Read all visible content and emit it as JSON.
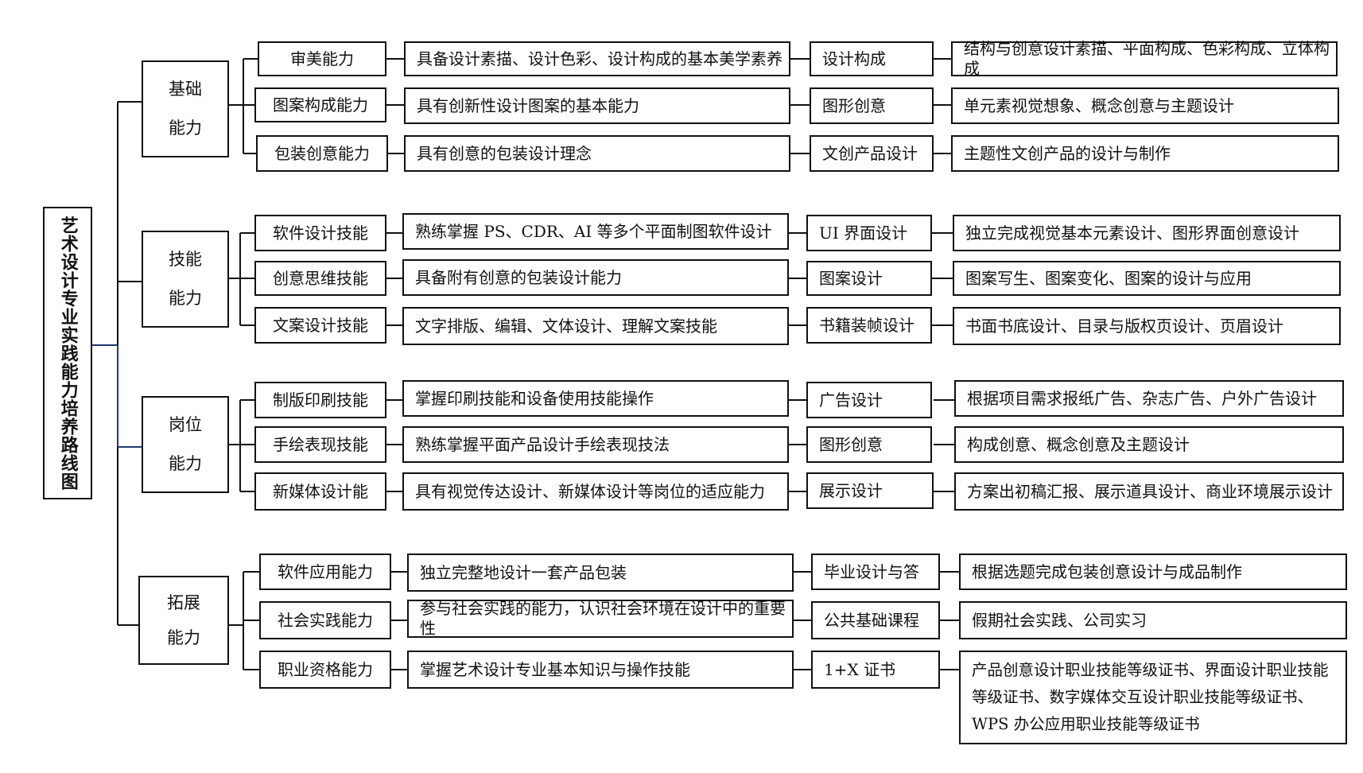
{
  "root_title": "艺术设计专业实践能力培养路线图",
  "categories": [
    {
      "line1": "基础",
      "line2": "能力",
      "rows": [
        {
          "ability": "审美能力",
          "description": "具备设计素描、设计色彩、设计构成的基本美学素养",
          "course": "设计构成",
          "detail": "结构与创意设计素描、平面构成、色彩构成、立体构成"
        },
        {
          "ability": "图案构成能力",
          "description": "具有创新性设计图案的基本能力",
          "course": "图形创意",
          "detail": "单元素视觉想象、概念创意与主题设计"
        },
        {
          "ability": "包装创意能力",
          "description": "具有创意的包装设计理念",
          "course": "文创产品设计",
          "detail": "主题性文创产品的设计与制作"
        }
      ]
    },
    {
      "line1": "技能",
      "line2": "能力",
      "rows": [
        {
          "ability": "软件设计技能",
          "description": "熟练掌握 PS、CDR、AI 等多个平面制图软件设计",
          "course": "UI 界面设计",
          "detail": "独立完成视觉基本元素设计、图形界面创意设计"
        },
        {
          "ability": "创意思维技能",
          "description": "具备附有创意的包装设计能力",
          "course": "图案设计",
          "detail": "图案写生、图案变化、图案的设计与应用"
        },
        {
          "ability": "文案设计技能",
          "description": "文字排版、编辑、文体设计、理解文案技能",
          "course": "书籍装帧设计",
          "detail": "书面书底设计、目录与版权页设计、页眉设计"
        }
      ]
    },
    {
      "line1": "岗位",
      "line2": "能力",
      "rows": [
        {
          "ability": "制版印刷技能",
          "description": "掌握印刷技能和设备使用技能操作",
          "course": "广告设计",
          "detail": "根据项目需求报纸广告、杂志广告、户外广告设计"
        },
        {
          "ability": "手绘表现技能",
          "description": "熟练掌握平面产品设计手绘表现技法",
          "course": "图形创意",
          "detail": "构成创意、概念创意及主题设计"
        },
        {
          "ability": "新媒体设计能",
          "description": "具有视觉传达设计、新媒体设计等岗位的适应能力",
          "course": "展示设计",
          "detail": "方案出初稿汇报、展示道具设计、商业环境展示设计"
        }
      ]
    },
    {
      "line1": "拓展",
      "line2": "能力",
      "rows": [
        {
          "ability": "软件应用能力",
          "description": "独立完整地设计一套产品包装",
          "course": "毕业设计与答",
          "detail": "根据选题完成包装创意设计与成品制作"
        },
        {
          "ability": "社会实践能力",
          "description": "参与社会实践的能力，认识社会环境在设计中的重要性",
          "course": "公共基础课程",
          "detail": "假期社会实践、公司实习"
        },
        {
          "ability": "职业资格能力",
          "description": "掌握艺术设计专业基本知识与操作技能",
          "course": "1+X 证书",
          "detail": "产品创意设计职业技能等级证书、界面设计职业技能等级证书、数字媒体交互设计职业技能等级证书、WPS 办公应用职业技能等级证书"
        }
      ]
    }
  ],
  "colors": {
    "stroke": "#111111",
    "trunk": "#1f3a6e",
    "background": "#ffffff"
  }
}
